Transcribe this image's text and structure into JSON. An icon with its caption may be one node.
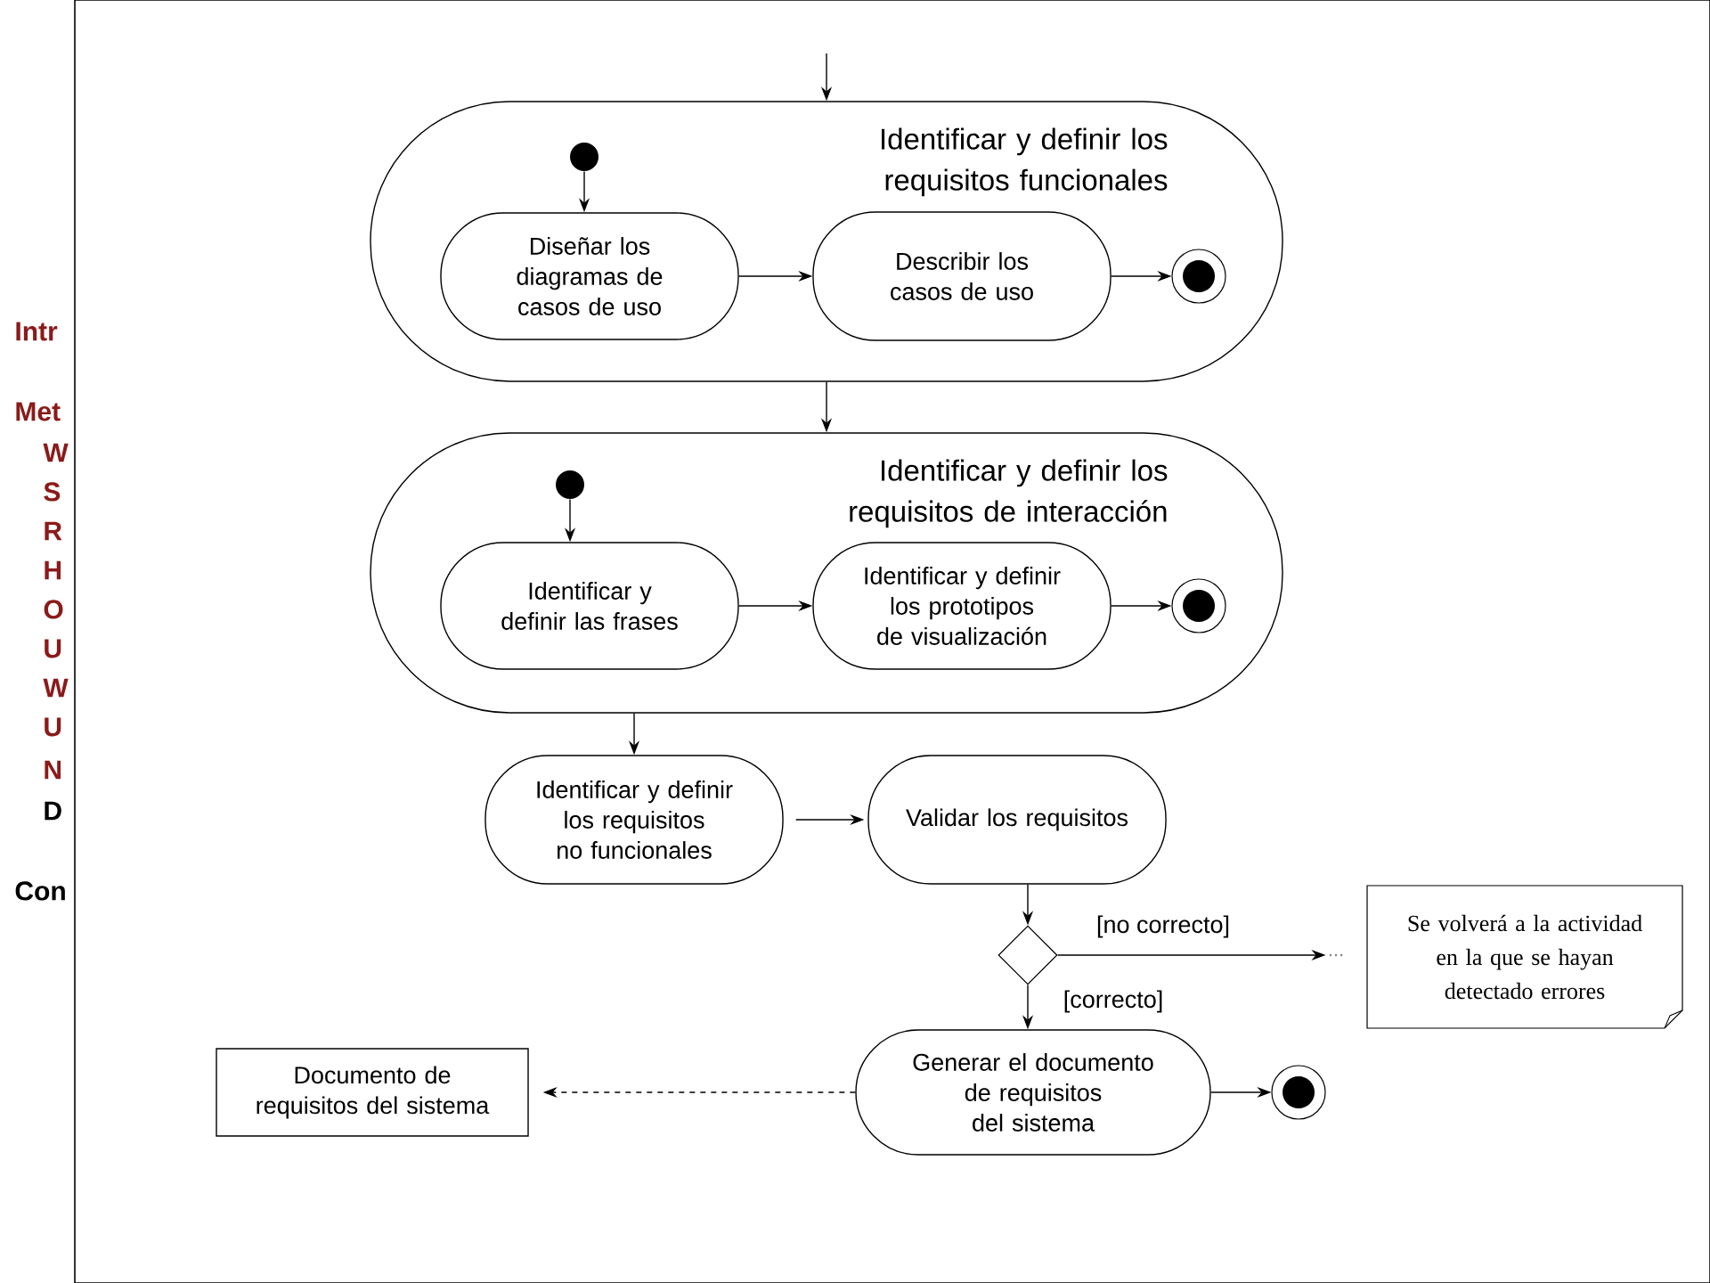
{
  "diagram": {
    "nodes": [
      {
        "text": [
          "Identificar y definir los requisitos funcionales"
        ]
      },
      {
        "text": [],
        "shape": "circle",
        "in": 0
      },
      {
        "text": [
          "Diseñar los diagramas de casos de uso"
        ],
        "in": 0
      },
      {
        "text": [
          "Describir los casos de uso"
        ],
        "in": 0
      },
      {
        "text": [],
        "shape": "circle",
        "in": 0
      },
      {
        "text": [
          "Identificar y definir los requisitos de interacción"
        ]
      },
      {
        "text": [],
        "shape": "circle",
        "in": 5
      },
      {
        "text": [
          "Identificar y definir las frases"
        ],
        "in": 5
      },
      {
        "text": [
          "Identificar y definir los prototipos de visualización"
        ],
        "in": 5
      },
      {
        "text": [],
        "shape": "circle",
        "in": 5
      },
      {
        "text": [
          "Identificar y definir los requisitos no funcionales"
        ]
      },
      {
        "text": [
          "Validar los requisitos"
        ]
      },
      {
        "text": [],
        "shape": "diamond"
      },
      {
        "text": [
          "..."
        ]
      },
      {
        "text": [
          "Se volverá a la actividad en la que se hayan detectado errores"
        ]
      },
      {
        "text": [
          "Generar el documento de requisitos del sistema"
        ]
      },
      {
        "text": [
          "Documento de requisitos del sistema"
        ]
      },
      {
        "text": [],
        "shape": "circle"
      }
    ],
    "edges": [
      {
        "from": null,
        "to": 0,
        "arrow": "to"
      },
      {
        "from": 1,
        "to": 2,
        "arrow": "to"
      },
      {
        "from": 2,
        "to": 3,
        "arrow": "to"
      },
      {
        "from": 3,
        "to": 4,
        "arrow": "to"
      },
      {
        "from": 0,
        "to": 5,
        "arrow": "to"
      },
      {
        "from": 6,
        "to": 7,
        "arrow": "to"
      },
      {
        "from": 7,
        "to": 8,
        "arrow": "to"
      },
      {
        "from": 8,
        "to": 9,
        "arrow": "to"
      },
      {
        "from": 5,
        "to": 10,
        "arrow": "to"
      },
      {
        "from": 10,
        "to": 11,
        "arrow": "to"
      },
      {
        "from": 11,
        "to": 12,
        "arrow": "to"
      },
      {
        "from": 12,
        "to": 13,
        "arrow": "to",
        "label": "[no correcto]"
      },
      {
        "from": 12,
        "to": 15,
        "arrow": "to",
        "label": "[correcto]"
      },
      {
        "from": 15,
        "to": 16,
        "arrow": "to",
        "style": "dashed"
      },
      {
        "from": 15,
        "to": 17,
        "arrow": "to"
      }
    ],
    "labels": [
      "Intr",
      "Met",
      "W",
      "S",
      "R",
      "H",
      "O",
      "U",
      "W",
      "U",
      "N",
      "D",
      "Con"
    ]
  }
}
